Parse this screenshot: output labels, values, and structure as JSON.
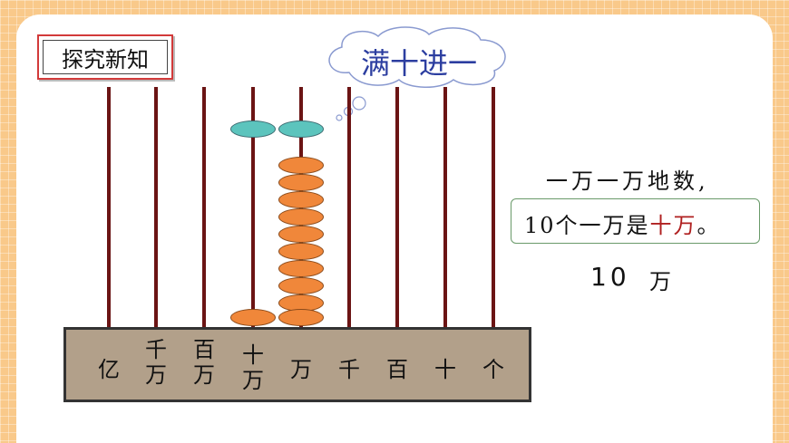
{
  "badge": {
    "title": "探究新知"
  },
  "thought_bubble": {
    "text": "满十进一"
  },
  "abacus": {
    "place_labels": [
      {
        "top": "",
        "bottom": "亿"
      },
      {
        "top": "千",
        "bottom": "万"
      },
      {
        "top": "百",
        "bottom": "万"
      },
      {
        "top": "十",
        "bottom": "万"
      },
      {
        "top": "",
        "bottom": "万"
      },
      {
        "top": "",
        "bottom": "千"
      },
      {
        "top": "",
        "bottom": "百"
      },
      {
        "top": "",
        "bottom": "十"
      },
      {
        "top": "",
        "bottom": "个"
      }
    ],
    "beads": {
      "shiwan_orange": 1,
      "wan_orange": 10,
      "shiwan_teal": 1,
      "wan_teal": 1
    },
    "colors": {
      "orange_bead": "#f0873a",
      "teal_bead": "#5cc4bd",
      "rod": "#6b1414",
      "frame": "#b2a08a"
    }
  },
  "explanation": {
    "line1": "一万一万地数,",
    "line2_prefix": "10个一万是",
    "line2_highlight": "十万",
    "line2_suffix": "。",
    "line3_number": "10",
    "line3_unit": "万"
  }
}
